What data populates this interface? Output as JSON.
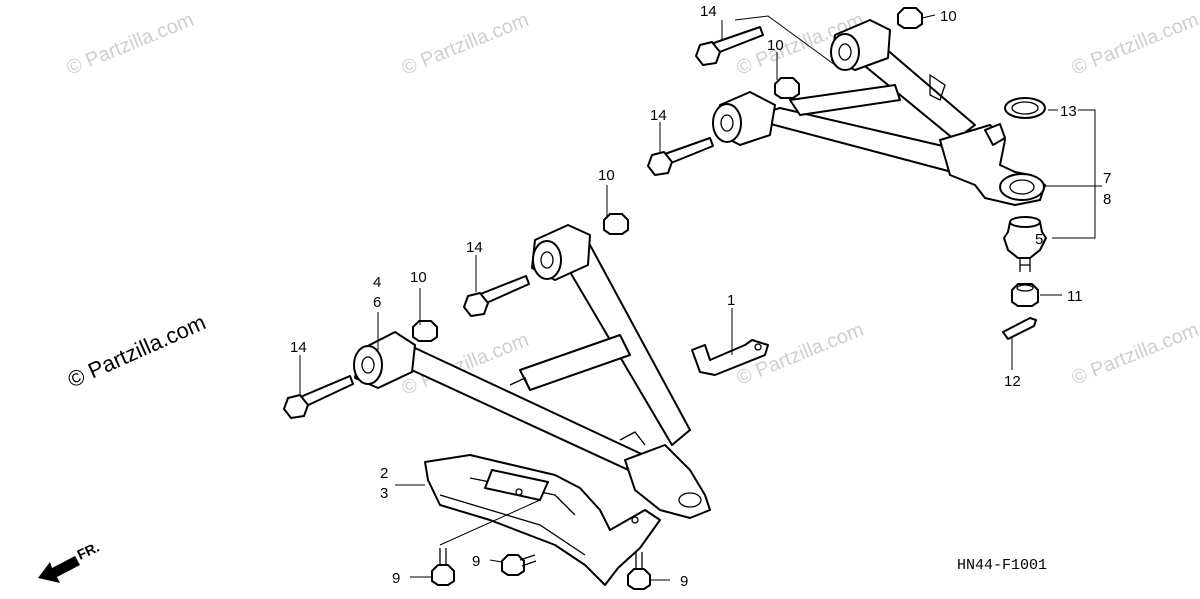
{
  "watermark": "© Partzilla.com",
  "diagram_code": "HN44-F1001",
  "front_marker": "FR.",
  "callouts": {
    "c1": "1",
    "c2": "2",
    "c3": "3",
    "c4": "4",
    "c5": "5",
    "c6": "6",
    "c7": "7",
    "c8": "8",
    "c9a": "9",
    "c9b": "9",
    "c9c": "9",
    "c10a": "10",
    "c10b": "10",
    "c10c": "10",
    "c10d": "10",
    "c11": "11",
    "c12": "12",
    "c13": "13",
    "c14a": "14",
    "c14b": "14",
    "c14c": "14",
    "c14d": "14"
  },
  "colors": {
    "line": "#000000",
    "watermark": "#cfcfcf",
    "background": "#ffffff"
  }
}
